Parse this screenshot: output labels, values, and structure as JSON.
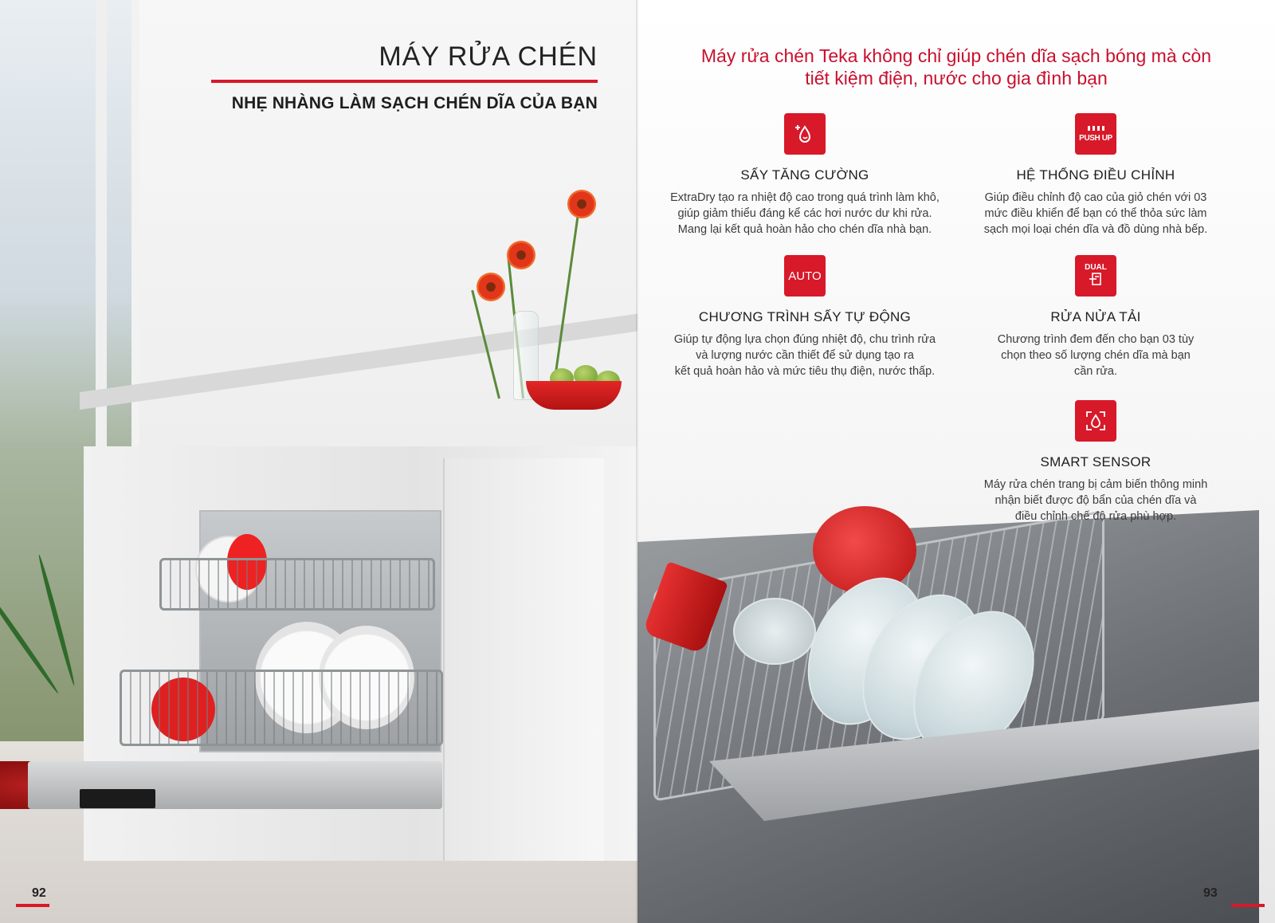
{
  "left_page": {
    "title": "MÁY RỬA CHÉN",
    "subtitle": "NHẸ NHÀNG LÀM SẠCH CHÉN DĨA CỦA BẠN",
    "page_number": "92"
  },
  "right_page": {
    "intro_lines": [
      "Máy rửa chén Teka không chỉ giúp chén dĩa sạch bóng mà còn",
      "tiết kiệm điện, nước cho gia đình bạn"
    ],
    "features": [
      {
        "icon": "extradry-icon",
        "icon_text": "",
        "title": "SẤY TĂNG CƯỜNG",
        "desc": [
          "ExtraDry tạo ra nhiệt độ cao trong quá trình làm khô,",
          "giúp giảm thiểu đáng kể các hơi nước dư khi rửa.",
          "Mang lại kết quả hoàn hảo cho chén dĩa nhà bạn."
        ]
      },
      {
        "icon": "pushup-icon",
        "icon_text": "PUSH UP",
        "title": "HỆ THỐNG ĐIỀU CHỈNH",
        "desc": [
          "Giúp điều chỉnh độ cao của giỏ chén với 03",
          "mức điều khiển để bạn có thể thỏa sức làm",
          "sạch mọi loại chén dĩa và đồ dùng nhà bếp."
        ]
      },
      {
        "icon": "auto-icon",
        "icon_text": "AUTO",
        "title": "CHƯƠNG TRÌNH SẤY TỰ ĐỘNG",
        "desc": [
          "Giúp tự động lựa chọn đúng nhiệt độ, chu trình rửa",
          "và lượng nước cần thiết để sử dụng tạo ra",
          "kết quả hoàn hảo và mức tiêu thụ điện, nước thấp."
        ]
      },
      {
        "icon": "dual-icon",
        "icon_text": "DUAL",
        "title": "RỬA NỬA TẢI",
        "desc": [
          "Chương trình đem đến cho bạn 03 tùy",
          "chọn theo số lượng chén dĩa mà bạn",
          "cần rửa."
        ]
      },
      {
        "icon": "smart-sensor-icon",
        "icon_text": "",
        "title": "SMART SENSOR",
        "desc": [
          "Máy rửa chén trang bị cảm biến thông minh",
          "nhận biết được độ bẩn của chén dĩa và",
          "điều chỉnh chế độ rửa phù hợp."
        ]
      }
    ],
    "page_number": "93"
  },
  "colors": {
    "accent": "#d7192a",
    "intro_text": "#c8102e"
  }
}
